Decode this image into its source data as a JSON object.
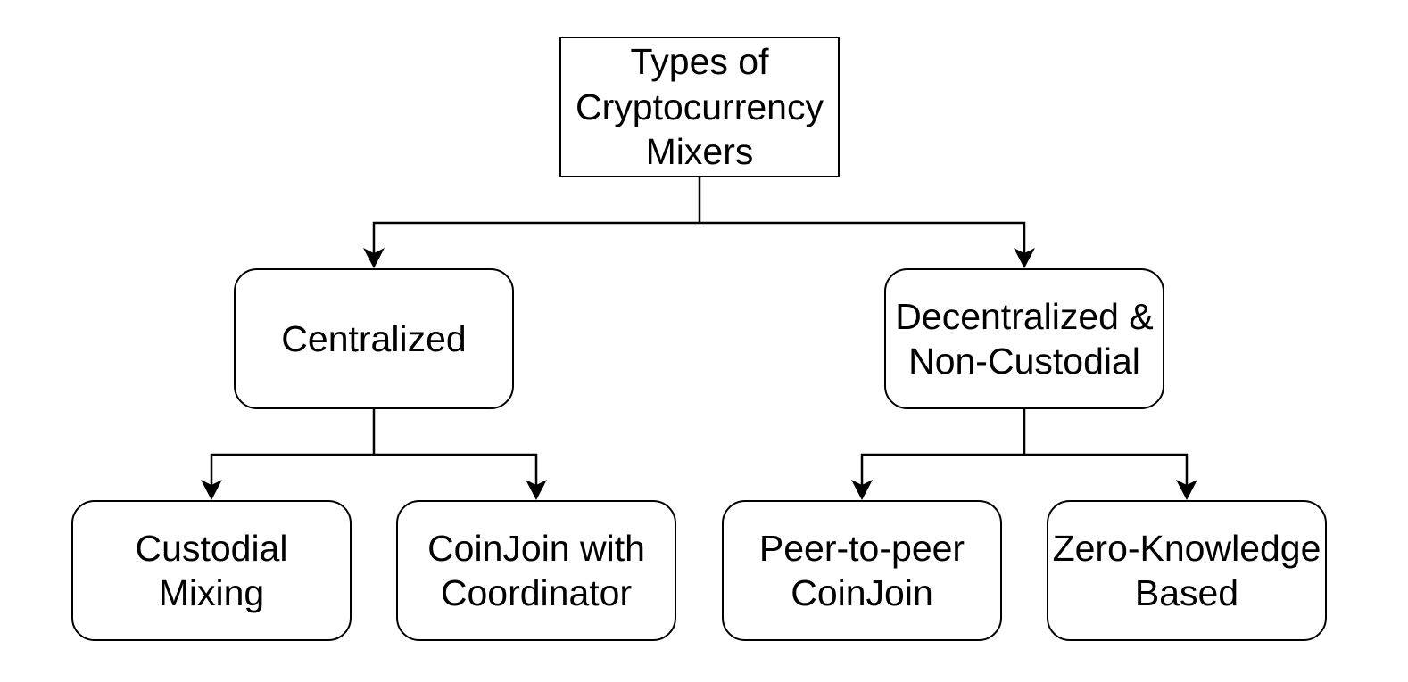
{
  "diagram": {
    "root": {
      "lines": [
        "Types of",
        "Cryptocurrency",
        "Mixers"
      ]
    },
    "centralized": {
      "lines": [
        "Centralized"
      ]
    },
    "decentralized": {
      "lines": [
        "Decentralized &",
        "Non-Custodial"
      ]
    },
    "custodial": {
      "lines": [
        "Custodial",
        "Mixing"
      ]
    },
    "coinjoin_coordinator": {
      "lines": [
        "CoinJoin with",
        "Coordinator"
      ]
    },
    "p2p_coinjoin": {
      "lines": [
        "Peer-to-peer",
        "CoinJoin"
      ]
    },
    "zero_knowledge": {
      "lines": [
        "Zero-Knowledge",
        "Based"
      ]
    },
    "edges": [
      {
        "from": "root",
        "to": "centralized"
      },
      {
        "from": "root",
        "to": "decentralized"
      },
      {
        "from": "centralized",
        "to": "custodial"
      },
      {
        "from": "centralized",
        "to": "coinjoin_coordinator"
      },
      {
        "from": "decentralized",
        "to": "p2p_coinjoin"
      },
      {
        "from": "decentralized",
        "to": "zero_knowledge"
      }
    ],
    "colors": {
      "stroke": "#000000",
      "fill": "#ffffff",
      "text": "#000000"
    }
  }
}
